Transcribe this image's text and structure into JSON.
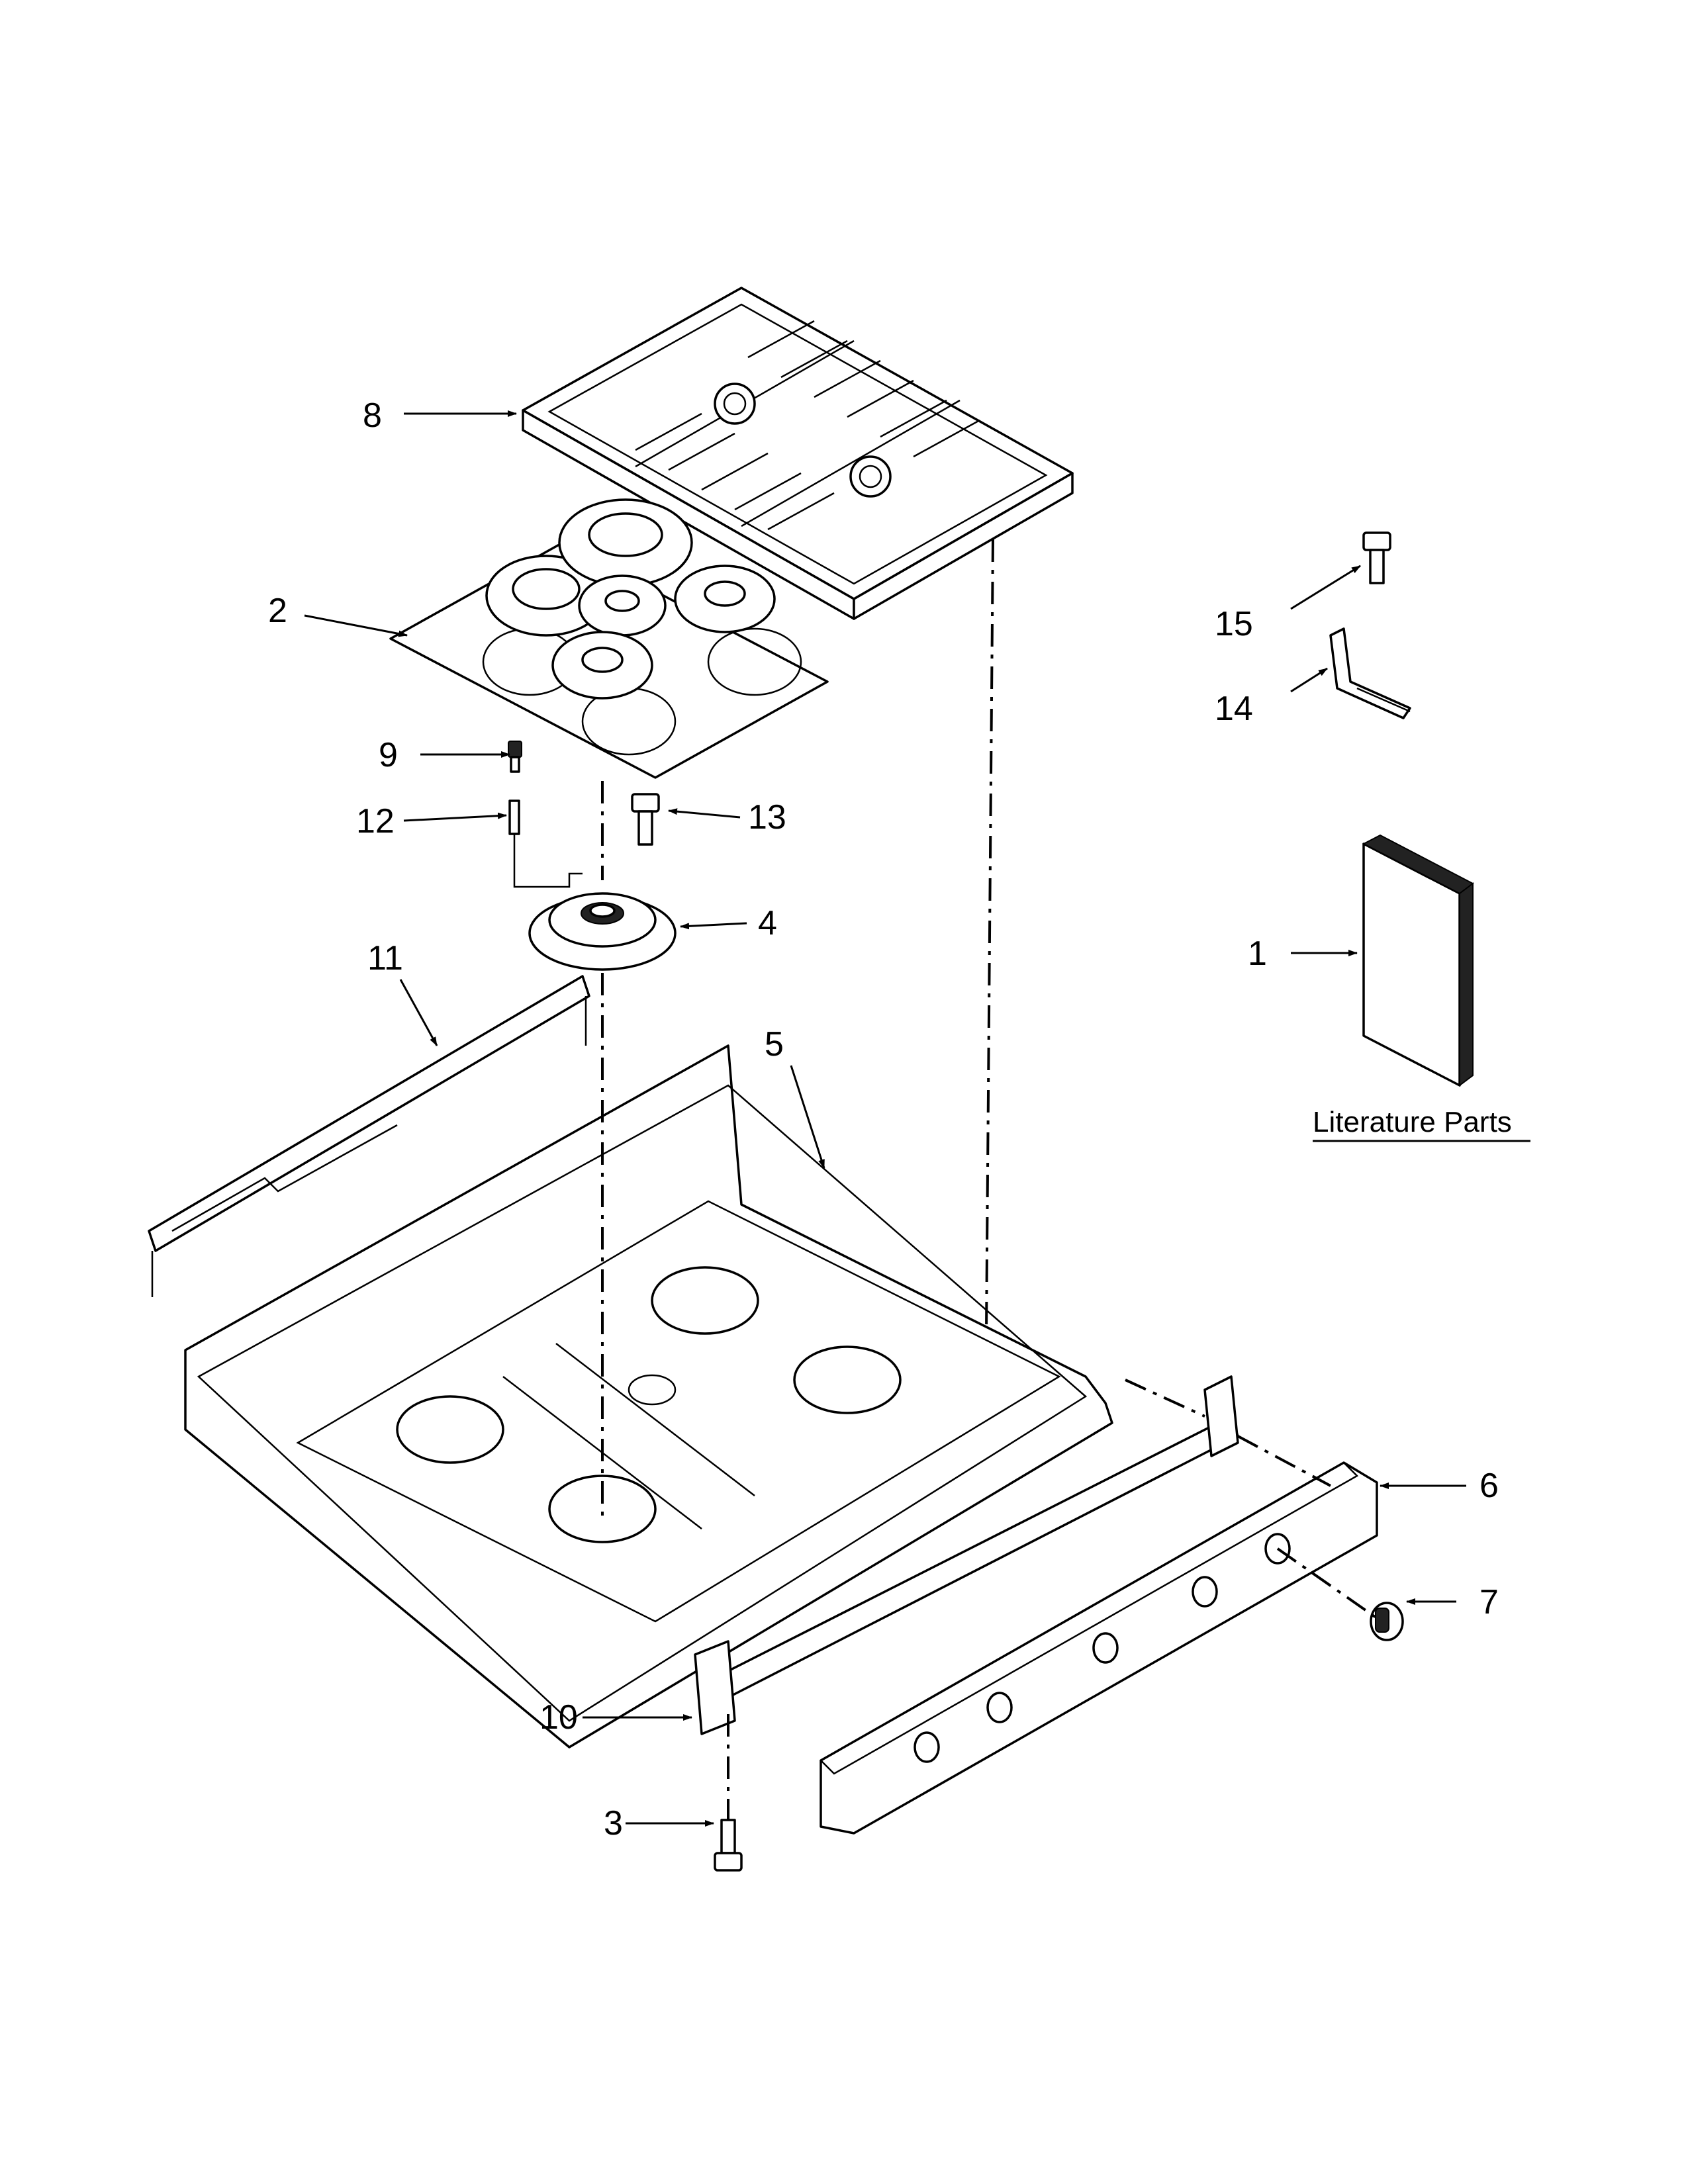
{
  "callouts": [
    "1",
    "2",
    "3",
    "4",
    "5",
    "6",
    "7",
    "8",
    "9",
    "10",
    "11",
    "12",
    "13",
    "14",
    "15"
  ],
  "literature_label": "Literature Parts"
}
